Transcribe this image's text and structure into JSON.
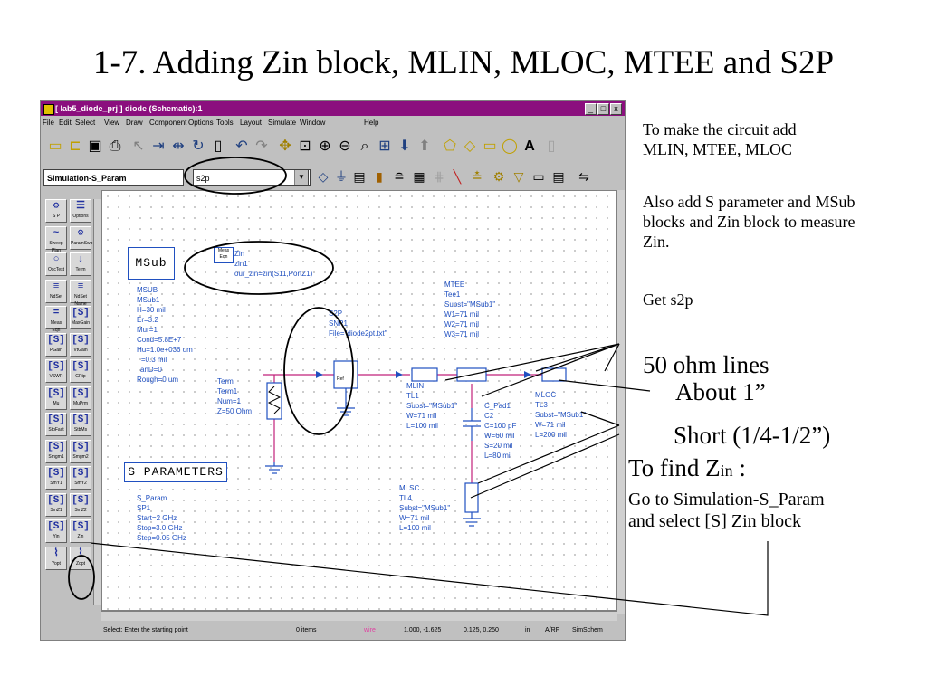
{
  "slide": {
    "title": "1-7. Adding Zin block, MLIN, MLOC, MTEE and S2P",
    "notes": {
      "make_circuit_1": "To make the circuit add",
      "make_circuit_2": "MLIN, MTEE, MLOC",
      "also_1": "Also add S parameter and MSub",
      "also_2": "blocks and Zin block to measure",
      "also_3": "Zin.",
      "get_s2p": "Get s2p",
      "ohm_lines": "50 ohm lines",
      "about": "About 1”",
      "short": "Short (1/4-1/2”)",
      "find_zin_prefix": "To find Z",
      "find_zin_sub": "in",
      "find_zin_colon": " :",
      "goto_1": "Go to Simulation-S_Param",
      "goto_2": "and select [S] Zin block"
    }
  },
  "window": {
    "title": "[ lab5_diode_prj ] diode (Schematic):1",
    "controls": [
      "_",
      "□",
      "x"
    ],
    "menu": [
      "File",
      "Edit",
      "Select",
      "View",
      "Draw",
      "Component",
      "Options",
      "Tools",
      "Layout",
      "Simulate",
      "Window",
      "Help"
    ],
    "library_select": "Simulation-S_Param",
    "component_search": "s2p"
  },
  "palette": [
    {
      "glyph": "⚙",
      "label": "S P"
    },
    {
      "glyph": "☰",
      "label": "Options"
    },
    {
      "glyph": "~",
      "label": "Sweep Plan"
    },
    {
      "glyph": "⚙",
      "label": "ParamSwp"
    },
    {
      "glyph": "○",
      "label": "OscTest"
    },
    {
      "glyph": "↓",
      "label": "Term"
    },
    {
      "glyph": "≡",
      "label": "NdSet"
    },
    {
      "glyph": "≡",
      "label": "NdSet Name"
    },
    {
      "glyph": "=",
      "label": "Meas Eqn"
    },
    {
      "glyph": "[S]",
      "label": "MaxGain"
    },
    {
      "glyph": "[S]",
      "label": "PGain"
    },
    {
      "glyph": "[S]",
      "label": "VtGain"
    },
    {
      "glyph": "[S]",
      "label": "VSWR"
    },
    {
      "glyph": "[S]",
      "label": "GRip"
    },
    {
      "glyph": "[S]",
      "label": "Mu"
    },
    {
      "glyph": "[S]",
      "label": "MuPrm"
    },
    {
      "glyph": "[S]",
      "label": "StbFact"
    },
    {
      "glyph": "[S]",
      "label": "StbMs"
    },
    {
      "glyph": "[S]",
      "label": "Smgm1"
    },
    {
      "glyph": "[S]",
      "label": "Smgm2"
    },
    {
      "glyph": "[S]",
      "label": "SmY1"
    },
    {
      "glyph": "[S]",
      "label": "SmY2"
    },
    {
      "glyph": "[S]",
      "label": "SmZ1"
    },
    {
      "glyph": "[S]",
      "label": "SmZ2"
    },
    {
      "glyph": "[S]",
      "label": "Yin"
    },
    {
      "glyph": "[S]",
      "label": "Zin"
    },
    {
      "glyph": "⌇",
      "label": "Yopt"
    },
    {
      "glyph": "⌇",
      "label": "Zopt"
    }
  ],
  "schematic": {
    "msub_tag": "MSub",
    "msub": [
      "MSUB",
      "MSub1",
      "H=30 mil",
      "Er=3.2",
      "Mur=1",
      "Cond=5.8E+7",
      "Hu=1.0e+036 um",
      "T=0.3 mil",
      "TanD=0",
      "Rough=0 um"
    ],
    "meas_eqn_icon": "Meas Eqn",
    "zin": [
      "Zin",
      "zin1",
      "our_zin=zin(S11,PortZ1)"
    ],
    "s2p": [
      "S2P",
      "SNP1",
      "File=\"diode2pt.txt\""
    ],
    "s2p_ref": "Ref",
    "term": [
      "Term",
      "Term1",
      "Num=1",
      "Z=50 Ohm"
    ],
    "mtee": [
      "MTEE",
      "Tee1",
      "Subst=\"MSub1\"",
      "W1=71 mil",
      "W2=71 mil",
      "W3=71 mil"
    ],
    "mlin": [
      "MLIN",
      "TL1",
      "Subst=\"MSub1\"",
      "W=71 mil",
      "L=100 mil"
    ],
    "cpad": [
      "C_Pad1",
      "C2",
      "C=100 pF",
      "W=60 mil",
      "S=20 mil",
      "L=80 mil"
    ],
    "mloc": [
      "MLOC",
      "TL3",
      "Subst=\"MSub1\"",
      "W=71 mil",
      "L=200 mil"
    ],
    "mlsc": [
      "MLSC",
      "TL4",
      "Subst=\"MSub1\"",
      "W=71 mil",
      "L=100 mil"
    ],
    "sparam_tag": "S PARAMETERS",
    "sparam": [
      "S_Param",
      "SP1",
      "Start=2 GHz",
      "Stop=3.0 GHz",
      "Step=0.05 GHz"
    ]
  },
  "status": {
    "prompt": "Select: Enter the starting point",
    "items": "0 items",
    "mode": "wire",
    "coord1": "1.000, -1.625",
    "coord2": "0.125, 0.250",
    "unit": "in",
    "layer": "A/RF",
    "app": "SimSchem"
  },
  "colors": {
    "titlebar": "#8b0f7e",
    "schematic_text": "#2050c0",
    "wire": "#c0207a",
    "annotation": "#000000"
  }
}
